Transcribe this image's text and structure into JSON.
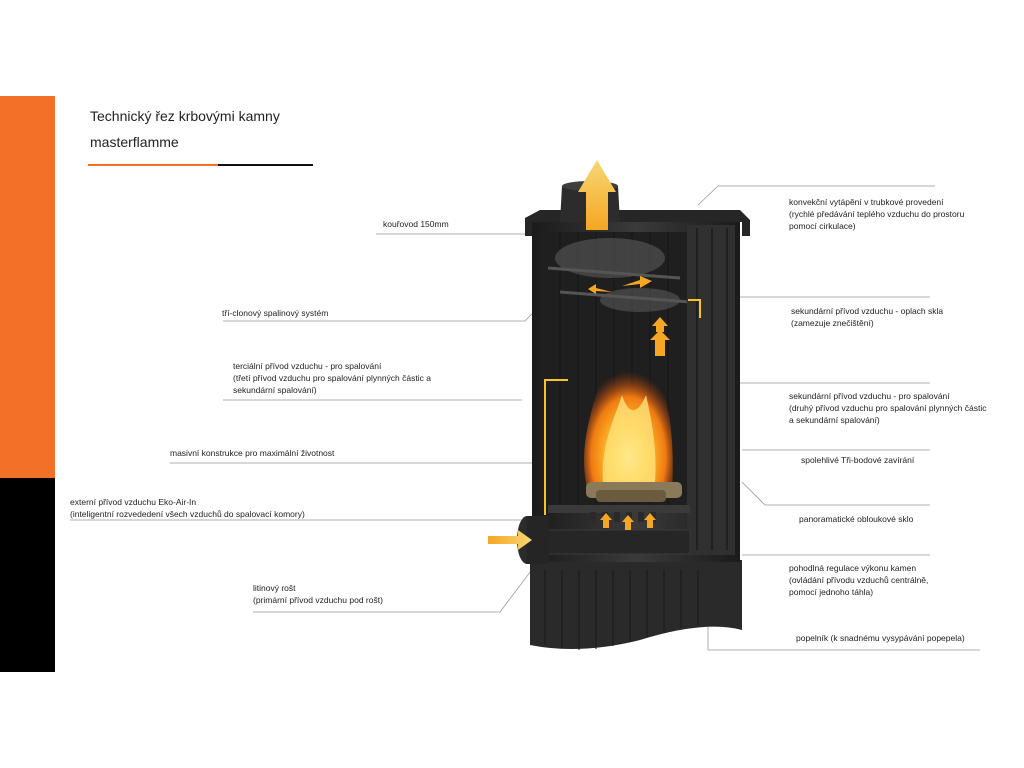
{
  "header": {
    "title": "Technický řez krbovými kamny",
    "subtitle": "masterflamme"
  },
  "labels": {
    "kourovod": [
      "kouřovod 150mm"
    ],
    "clonovy": [
      "tří-clonový spalinový systém"
    ],
    "tercialni": [
      "terciální přívod vzduchu - pro spalování",
      "(třetí přívod vzduchu pro spalování plynných částic a",
      "sekundární spalování)"
    ],
    "masivni": [
      "masivní konstrukce pro maximální životnost"
    ],
    "externi": [
      "externí přívod vzduchu Eko-Air-In",
      "(inteligentní rozvededení všech vzduchů do spalovací komory)"
    ],
    "litinovy": [
      "litinový rošt",
      "(primární přívod  vzduchu pod rošt)"
    ],
    "konvekcni": [
      "konvekční vytápění v trubkové provedení",
      "(rychlé předávání teplého vzduchu do prostoru",
      "pomocí cirkulace)"
    ],
    "sekundarni_sklo": [
      "sekundární přívod vzduchu -       oplach skla",
      "(zamezuje znečištění)"
    ],
    "sekundarni_spal": [
      "sekundární přívod vzduchu -  pro spalování",
      "(druhý přívod vzduchu pro spalování plynných částic",
      "a sekundární spalování)"
    ],
    "zavirani": [
      "spolehlivé Tři-bodové zavírání"
    ],
    "sklo": [
      "panoramatické obloukové sklo"
    ],
    "regulace": [
      "pohodlná regulace výkonu kamen",
      "(ovládání přívodu vzduchů centrálně,",
      "pomocí jednoho táhla)"
    ],
    "popelnik": [
      "popelník   (k snadnému vysypávání popepela)"
    ]
  },
  "colors": {
    "accent": "#f27127",
    "arrow": "#f5a623",
    "stove": "#2b2b2b",
    "leader": "#999999"
  }
}
